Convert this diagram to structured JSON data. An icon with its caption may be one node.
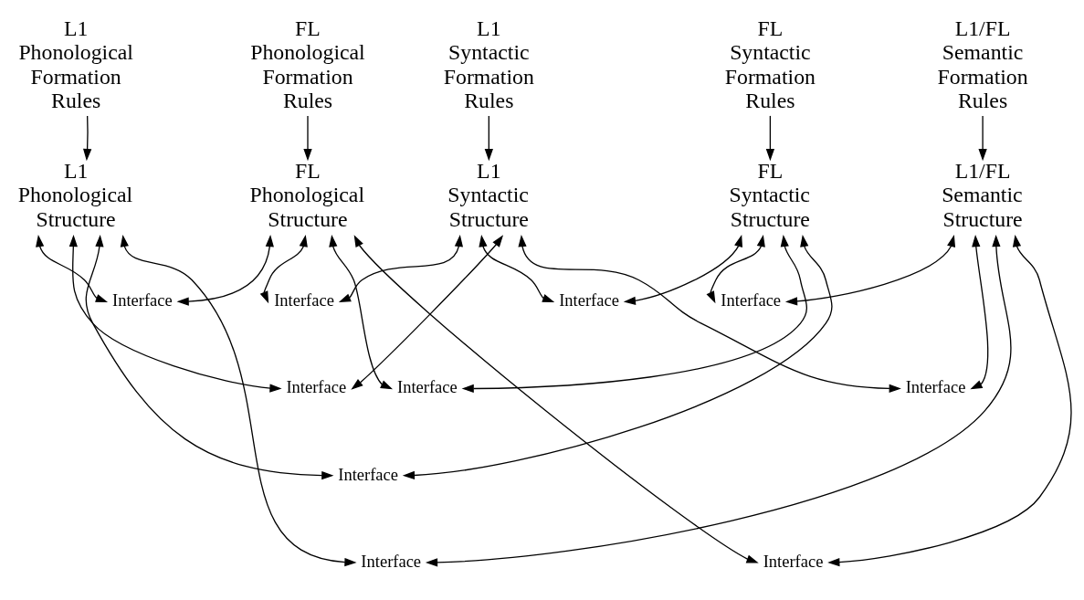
{
  "diagram": {
    "nodes": [
      {
        "text": [
          "L1 Phonological Formation Rules"
        ]
      },
      {
        "text": [
          "FL Phonological Formation Rules"
        ]
      },
      {
        "text": [
          "L1 Syntactic Formation Rules"
        ]
      },
      {
        "text": [
          "FL Syntactic Formation Rules"
        ]
      },
      {
        "text": [
          "L1/FL Semantic Formation Rules"
        ]
      },
      {
        "text": [
          "L1 Phonological Structure"
        ]
      },
      {
        "text": [
          "FL Phonological Structure"
        ]
      },
      {
        "text": [
          "L1 Syntactic Structure"
        ]
      },
      {
        "text": [
          "FL Syntactic Structure"
        ]
      },
      {
        "text": [
          "L1/FL Semantic Structure"
        ]
      },
      {
        "text": [
          "Interface"
        ]
      },
      {
        "text": [
          "Interface"
        ]
      },
      {
        "text": [
          "Interface"
        ]
      },
      {
        "text": [
          "Interface"
        ]
      },
      {
        "text": [
          "Interface"
        ]
      },
      {
        "text": [
          "Interface"
        ]
      },
      {
        "text": [
          "Interface"
        ]
      },
      {
        "text": [
          "Interface"
        ]
      },
      {
        "text": [
          "Interface"
        ]
      },
      {
        "text": [
          "Interface"
        ]
      }
    ],
    "edges": [
      {
        "from": 0,
        "to": 5,
        "arrow": "to"
      },
      {
        "from": 1,
        "to": 6,
        "arrow": "to"
      },
      {
        "from": 2,
        "to": 7,
        "arrow": "to"
      },
      {
        "from": 3,
        "to": 8,
        "arrow": "to"
      },
      {
        "from": 4,
        "to": 9,
        "arrow": "to"
      },
      {
        "from": 5,
        "to": 10,
        "arrow": "both"
      },
      {
        "from": 6,
        "to": 10,
        "arrow": "both"
      },
      {
        "from": 6,
        "to": 11,
        "arrow": "both"
      },
      {
        "from": 7,
        "to": 11,
        "arrow": "both"
      },
      {
        "from": 7,
        "to": 12,
        "arrow": "both"
      },
      {
        "from": 8,
        "to": 12,
        "arrow": "both"
      },
      {
        "from": 8,
        "to": 13,
        "arrow": "both"
      },
      {
        "from": 9,
        "to": 13,
        "arrow": "both"
      },
      {
        "from": 5,
        "to": 14,
        "arrow": "both"
      },
      {
        "from": 7,
        "to": 14,
        "arrow": "both"
      },
      {
        "from": 6,
        "to": 15,
        "arrow": "both"
      },
      {
        "from": 8,
        "to": 15,
        "arrow": "both"
      },
      {
        "from": 7,
        "to": 16,
        "arrow": "both"
      },
      {
        "from": 9,
        "to": 16,
        "arrow": "both"
      },
      {
        "from": 5,
        "to": 17,
        "arrow": "both"
      },
      {
        "from": 8,
        "to": 17,
        "arrow": "both"
      },
      {
        "from": 5,
        "to": 18,
        "arrow": "both"
      },
      {
        "from": 9,
        "to": 18,
        "arrow": "both"
      },
      {
        "from": 6,
        "to": 19,
        "arrow": "both"
      },
      {
        "from": 9,
        "to": 19,
        "arrow": "both"
      }
    ]
  }
}
